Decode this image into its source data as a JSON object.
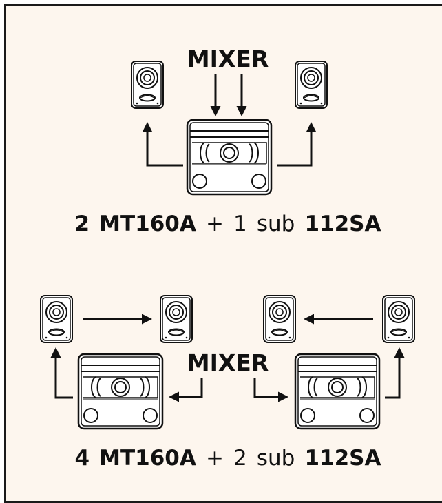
{
  "diagram": {
    "top": {
      "mixer_label": "MIXER",
      "caption": {
        "count_a": "2",
        "model_a": "MT160A",
        "plus": "+",
        "count_b": "1",
        "sub": "sub",
        "model_b": "112SA"
      }
    },
    "bottom": {
      "mixer_label": "MIXER",
      "caption": {
        "count_a": "4",
        "model_a": "MT160A",
        "plus": "+",
        "count_b": "2",
        "sub": "sub",
        "model_b": "112SA"
      }
    }
  }
}
